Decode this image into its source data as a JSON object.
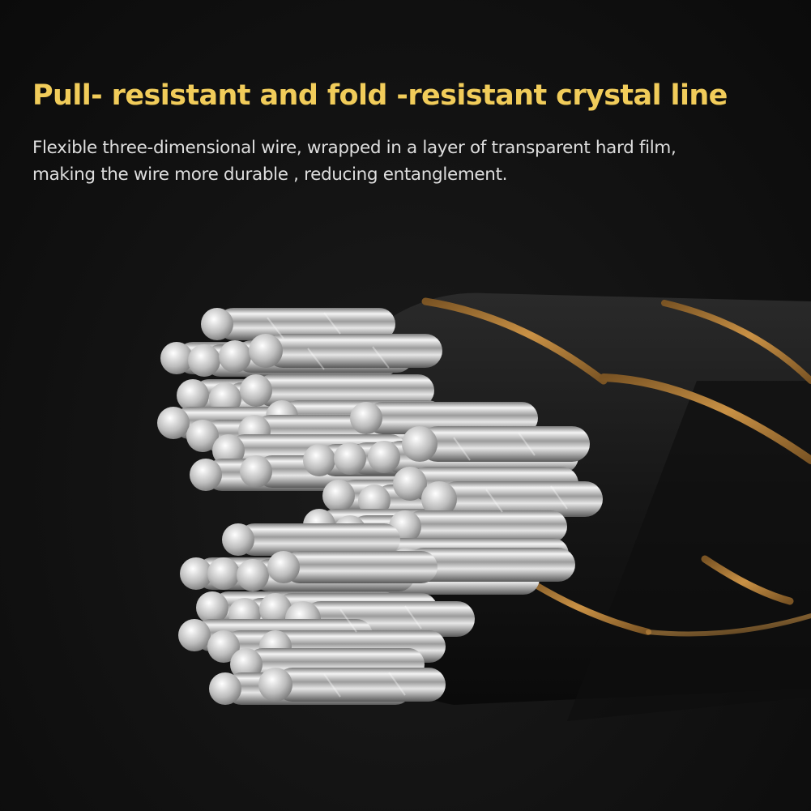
{
  "headline": "Pull- resistant and fold -resistant crystal line",
  "description": {
    "line1": "Flexible three-dimensional wire, wrapped in a layer of transparent hard film,",
    "line2": "making the wire more durable , reducing entanglement."
  },
  "colors": {
    "headline": "#f1cc5a",
    "description": "#dedede",
    "background": "#121212",
    "copper_stripe": "#b8813a",
    "strand_silver": "#d8d8d8"
  },
  "illustration": {
    "subject": "braided-cable-cross-section",
    "strand_bundles": 3
  }
}
